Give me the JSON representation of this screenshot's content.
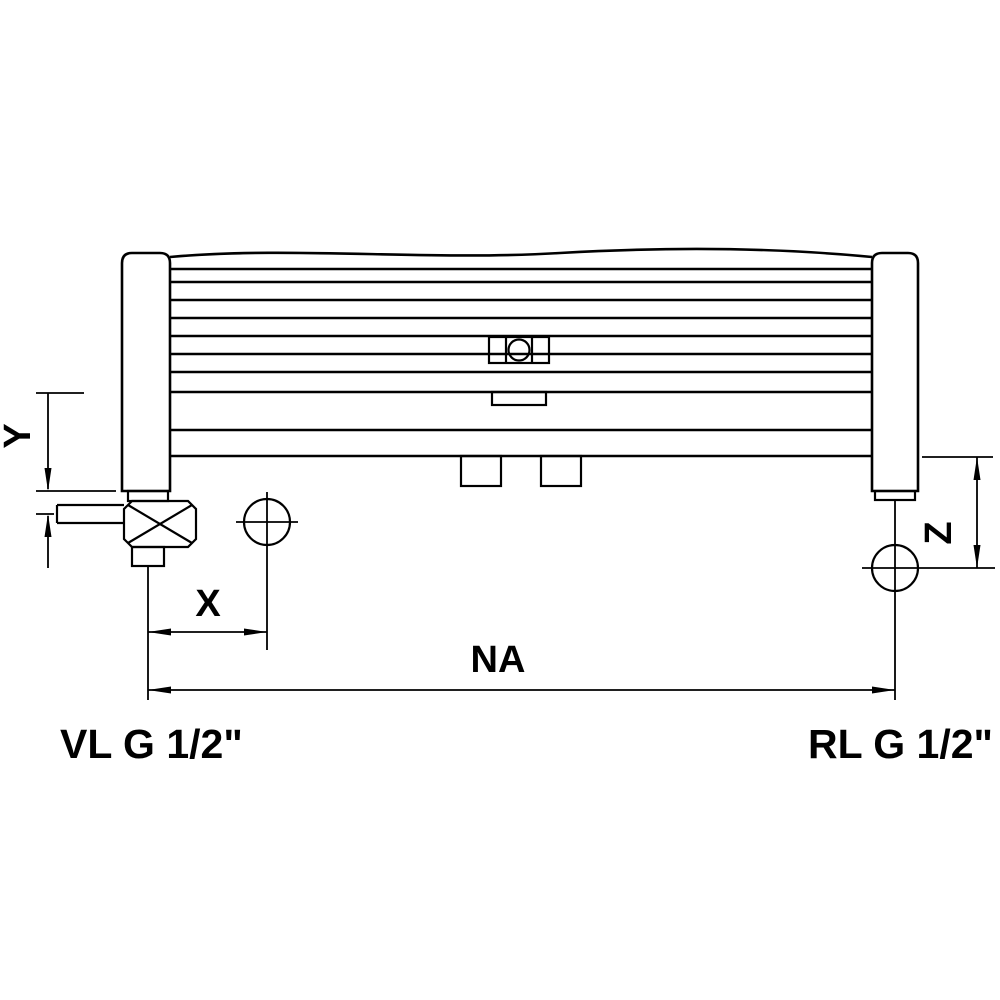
{
  "labels": {
    "dim_y": "Y",
    "dim_z": "Z",
    "dim_x": "X",
    "dim_na": "NA",
    "inlet": "VL G 1/2\"",
    "outlet": "RL G 1/2\""
  },
  "colors": {
    "line": "#000000",
    "background": "#ffffff"
  }
}
